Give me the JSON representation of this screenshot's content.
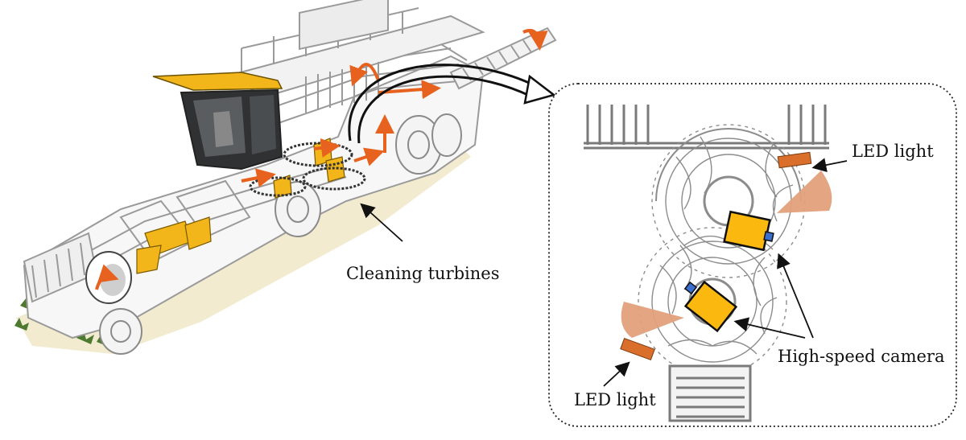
{
  "labels": {
    "cleaning_turbines": "Cleaning turbines",
    "led_light_top": "LED light",
    "led_light_bottom": "LED light",
    "high_speed_camera": "High-speed camera"
  },
  "colors": {
    "machine_line": "#9a9a9a",
    "machine_dark": "#3d3d3d",
    "cab_yellow": "#f2b51a",
    "orange_flow": "#e8621f",
    "camera_yellow": "#fbb80f",
    "led_orange": "#d96f2a",
    "light_cone": "#e3a07c",
    "turbine_gray": "#8c8c8c",
    "ground": "#efe6c4",
    "leaf_green": "#4e7a2f"
  }
}
